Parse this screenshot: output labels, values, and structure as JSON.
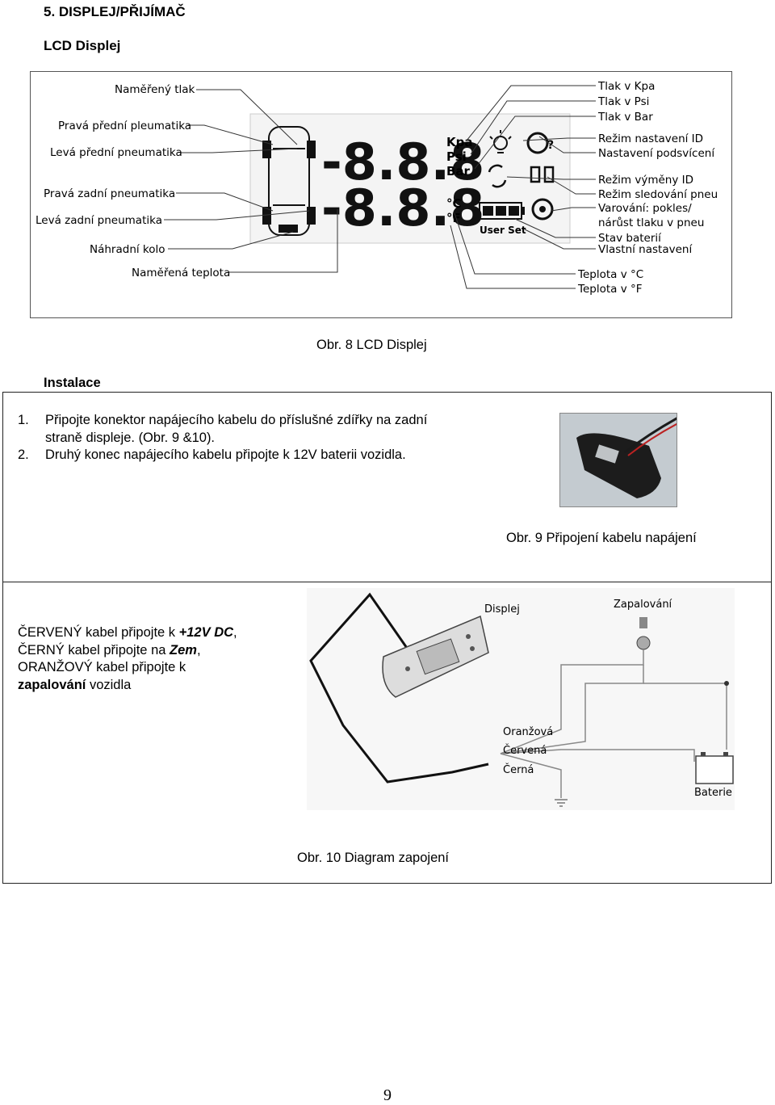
{
  "section_heading": "5.   DISPLEJ/PŘIJÍMAČ",
  "subheading": "LCD Displej",
  "figure8": {
    "left_labels": [
      "Naměřený tlak",
      "Pravá přední pleumatika",
      "Levá přední pneumatika",
      "Pravá zadní pneumatika",
      "Levá zadní pneumatika",
      "Náhradní kolo",
      "Naměřená teplota"
    ],
    "right_labels": [
      "Tlak v Kpa",
      "Tlak v Psi",
      "Tlak v Bar",
      "Režim nastavení ID",
      "Nastavení podsvícení",
      "Režim výměny ID",
      "Režim sledování pneu",
      "Varování: pokles/",
      "nárůst tlaku v pneu",
      "Stav baterií",
      "Vlastní nastavení",
      "Teplota v °C",
      "Teplota v °F"
    ],
    "digits_top": "-8.8.8",
    "digits_bottom": "-8.8.8",
    "unit_kpa": "Kpa",
    "unit_psi": "Psi",
    "unit_bar": "Bar",
    "unit_c": "°C",
    "unit_f": "°F",
    "user_set": "User Set",
    "caption": "Obr. 8    LCD Displej"
  },
  "installation_heading": "Instalace",
  "steps": [
    {
      "num": "1.",
      "text": "Připojte konektor napájecího kabelu do příslušné zdířky na zadní straně displeje. (Obr. 9 &10)."
    },
    {
      "num": "2.",
      "text": "Druhý konec napájecího kabelu připojte k 12V baterii vozidla."
    }
  ],
  "figure9_caption": "Obr. 9    Připojení kabelu napájení",
  "wiring": {
    "line1_a": "ČERVENÝ kabel připojte k ",
    "line1_b": "+12V DC",
    "line1_c": ",",
    "line2_a": "ČERNÝ kabel připojte na ",
    "line2_b": "Zem",
    "line2_c": ",",
    "line3": "ORANŽOVÝ kabel připojte k",
    "line4_a": "zapalování",
    "line4_b": " vozidla"
  },
  "figure10": {
    "label_display": "Displej",
    "label_ignition": "Zapalování",
    "label_orange": "Oranžová",
    "label_red": "Červená",
    "label_black": "Černá",
    "label_battery": "Baterie",
    "caption": "Obr. 10    Diagram zapojení"
  },
  "page_number": "9"
}
